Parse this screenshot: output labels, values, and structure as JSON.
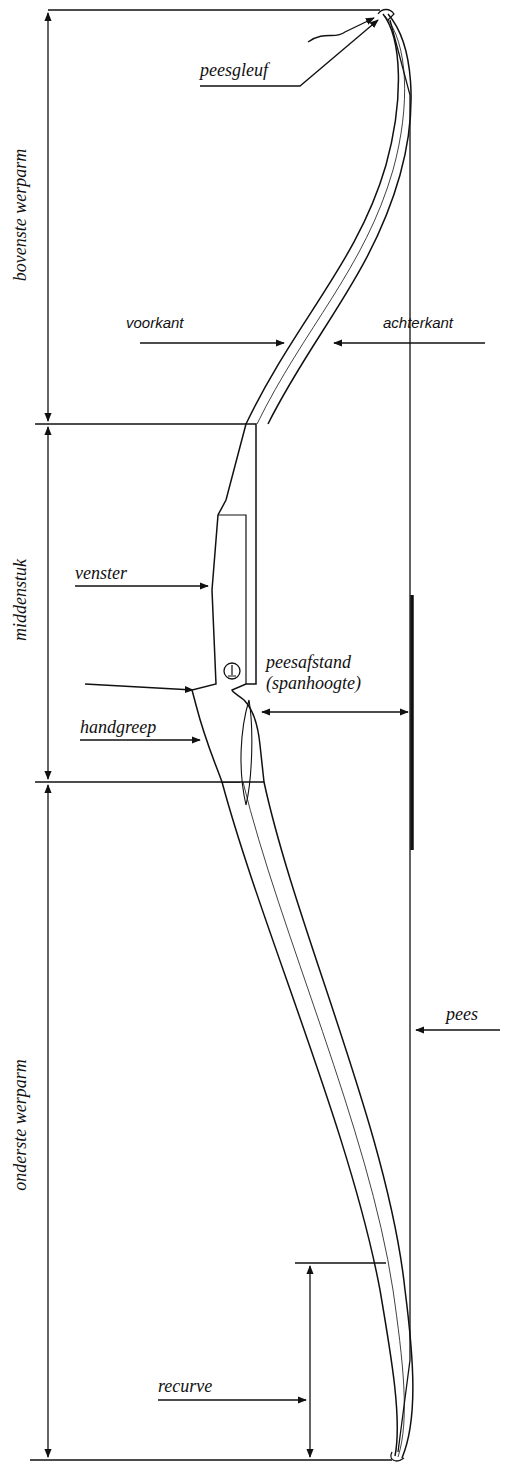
{
  "diagram": {
    "labels": [
      "peesgleuf",
      "bovenste werparm",
      "voorkant",
      "achterkant",
      "venster",
      "middenstuk",
      "peesafstand (spanhoogte)",
      "handgreep",
      "pees",
      "onderste werparm",
      "recurve"
    ]
  }
}
